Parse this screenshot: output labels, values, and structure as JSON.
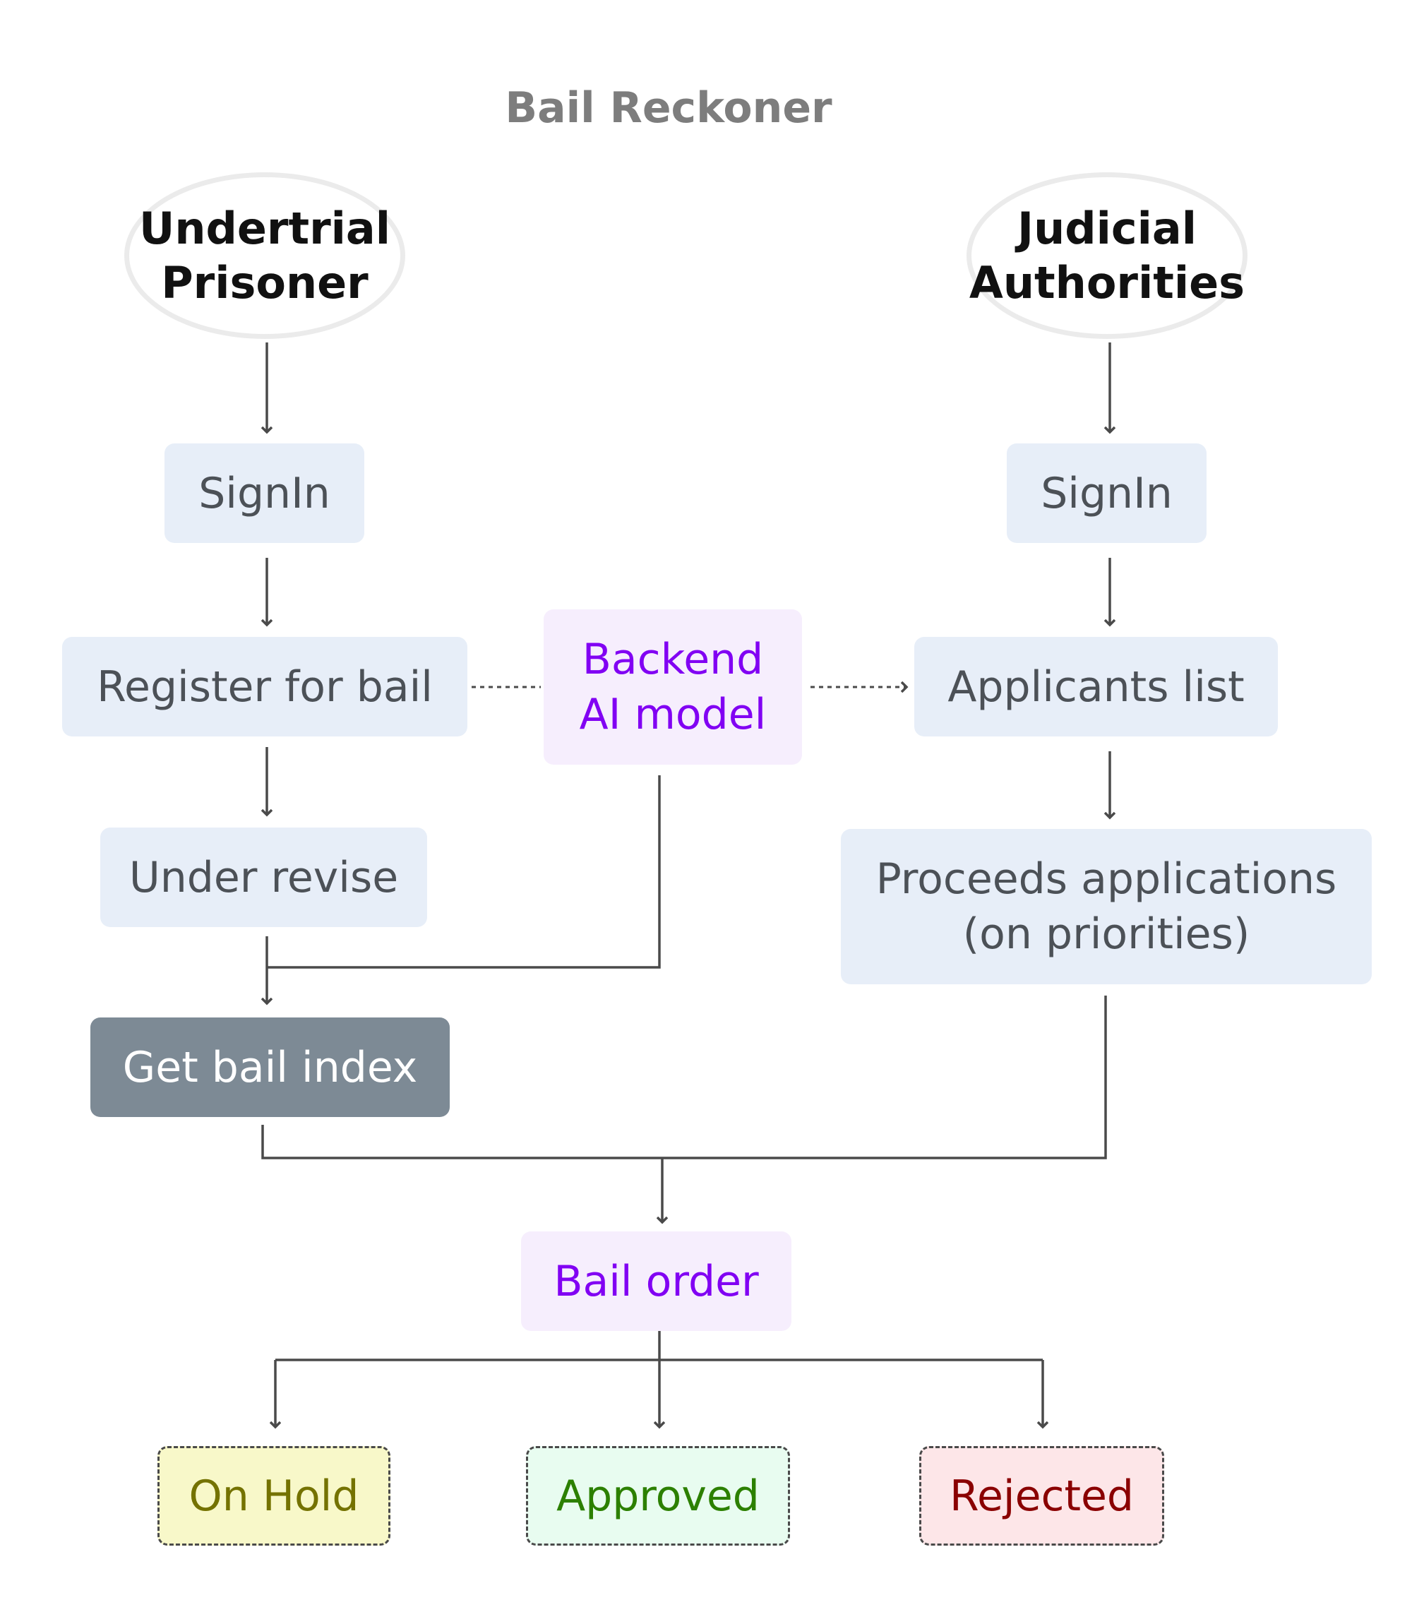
{
  "title": "Bail Reckoner",
  "actors": {
    "prisoner": "Undertrial\nPrisoner",
    "judicial": "Judicial\nAuthorities"
  },
  "left": {
    "signin": "SignIn",
    "register": "Register for bail",
    "revise": "Under revise",
    "bail_index": "Get bail index"
  },
  "center": {
    "backend": "Backend\nAI model",
    "bail_order": "Bail order"
  },
  "right": {
    "signin": "SignIn",
    "applicants": "Applicants list",
    "proceeds": "Proceeds applications\n(on priorities)"
  },
  "outcomes": {
    "hold": "On Hold",
    "approved": "Approved",
    "rejected": "Rejected"
  },
  "colors": {
    "node_fill": "#e7eef8",
    "ai_fill": "#f6eefd",
    "ai_text": "#8100f3",
    "index_fill": "#7d8a95",
    "line": "#4a4a4a",
    "hold_fill": "#f8f8c9",
    "hold_text": "#747200",
    "approved_fill": "#e8fcf0",
    "approved_text": "#2c8000",
    "rejected_fill": "#fde6e8",
    "rejected_text": "#8a0000"
  }
}
